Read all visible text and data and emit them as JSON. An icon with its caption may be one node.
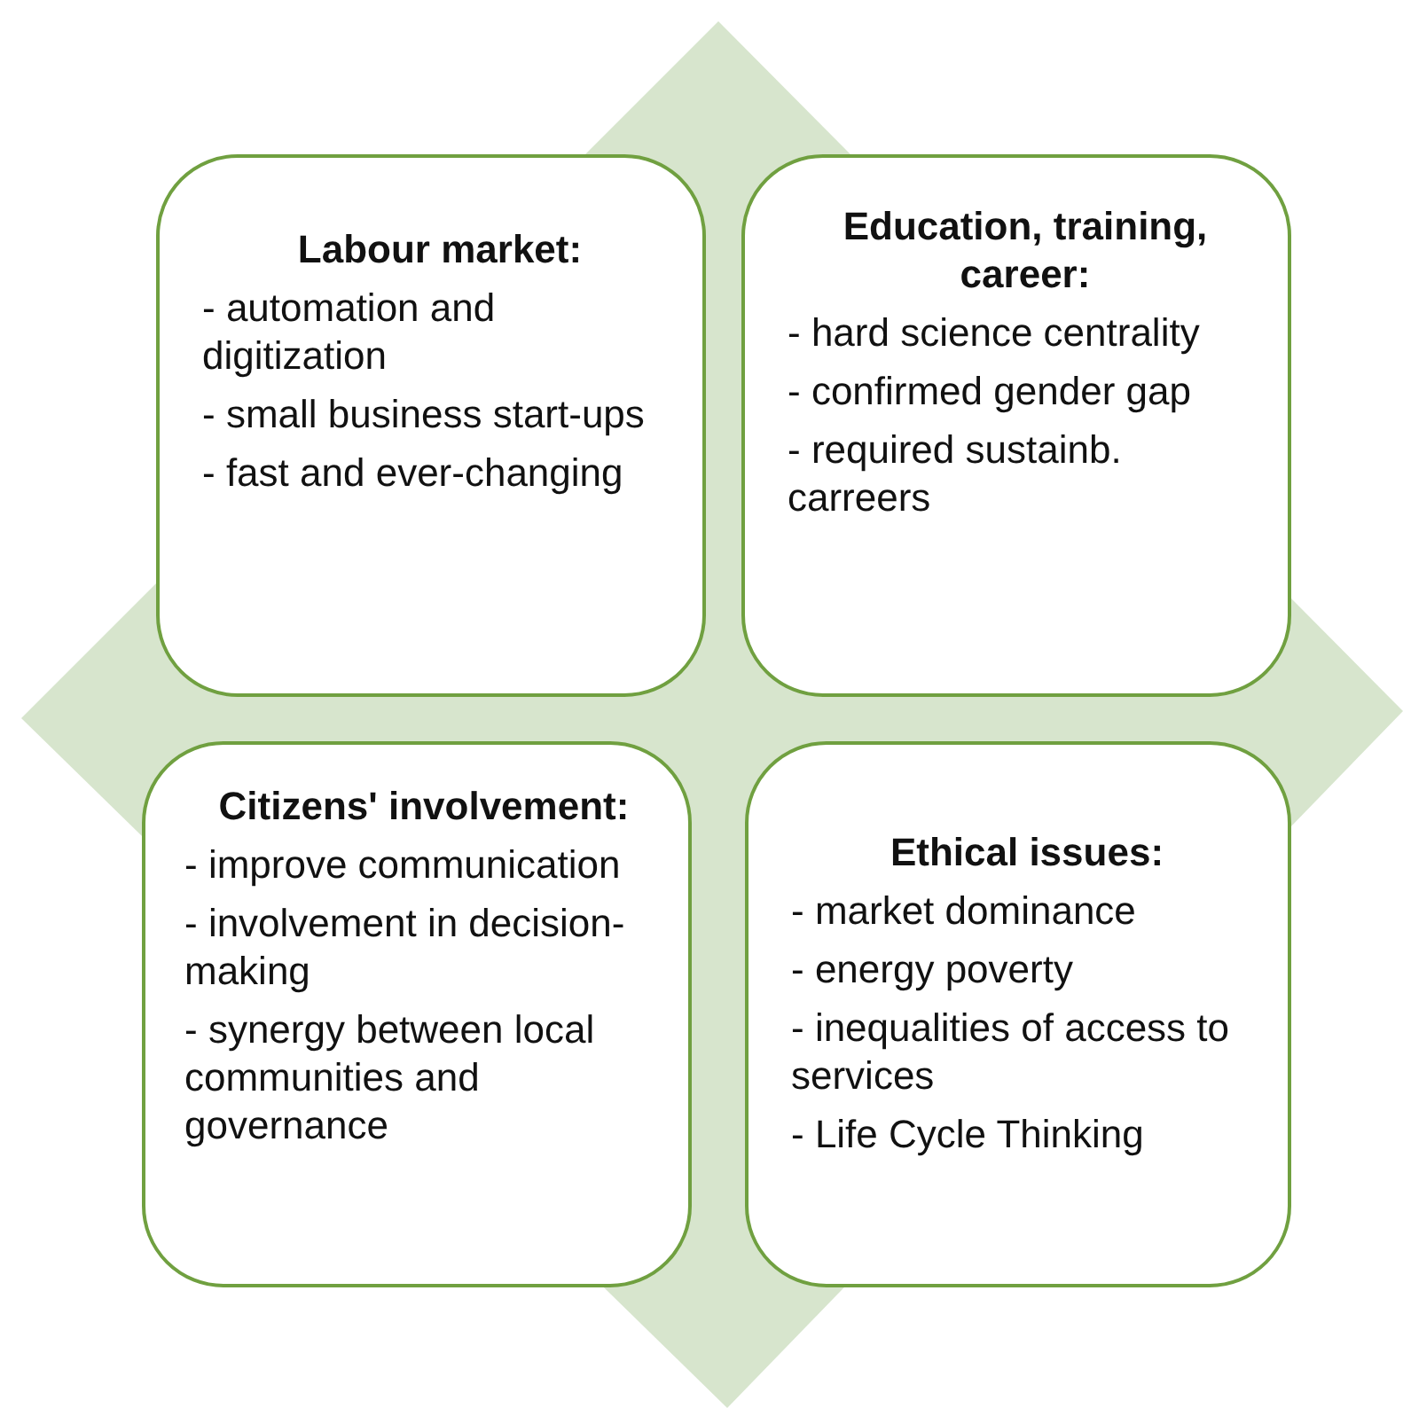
{
  "diagram": {
    "nodes": [
      {
        "text": [
          "Labour market:",
          "- automation and digitization",
          "- small business start-ups",
          "- fast and ever-changing"
        ]
      },
      {
        "text": [
          "Education, training, career:",
          "- hard science centrality",
          "- confirmed gender gap",
          "- required sustainb. carreers"
        ]
      },
      {
        "text": [
          "Citizens' involvement:",
          "- improve communication",
          "- involvement in decision-making",
          "- synergy between local communities and governance"
        ]
      },
      {
        "text": [
          "Ethical issues:",
          "- market dominance",
          "- energy poverty",
          "- inequalities of access to services",
          "- Life Cycle Thinking"
        ]
      }
    ]
  }
}
